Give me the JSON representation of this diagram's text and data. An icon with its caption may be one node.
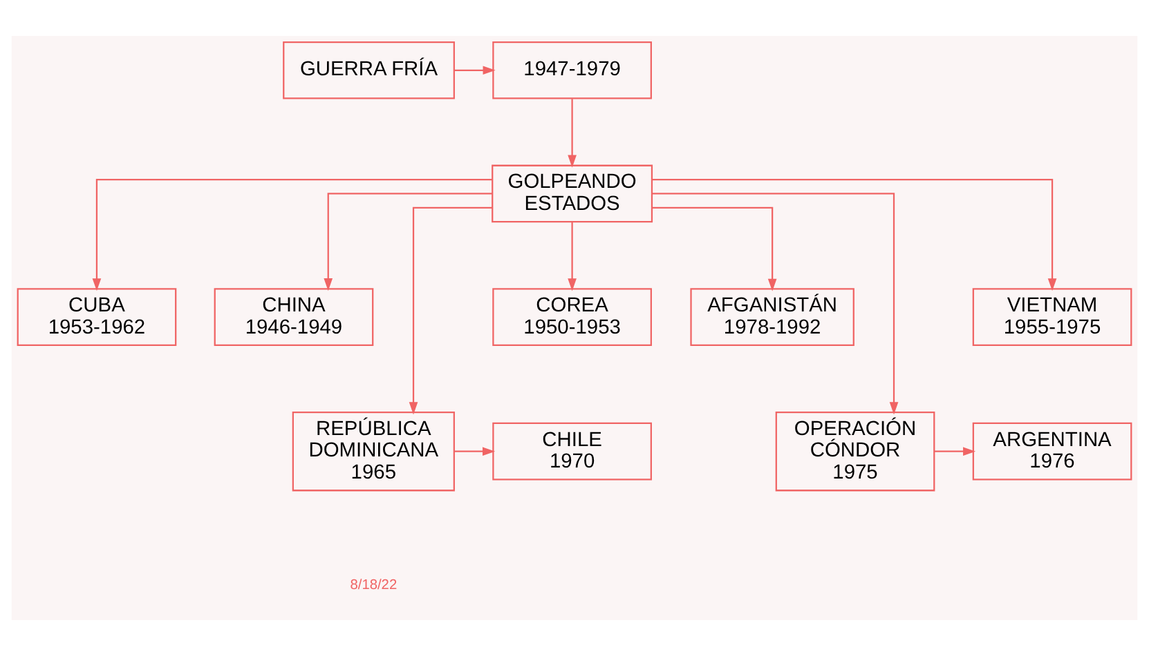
{
  "diagram": {
    "nodes": [
      {
        "text": [
          "GUERRA FRÍA"
        ]
      },
      {
        "text": [
          "1947-1979"
        ]
      },
      {
        "text": [
          "GOLPEANDO ESTADOS"
        ]
      },
      {
        "text": [
          "CUBA",
          "1953-1962"
        ]
      },
      {
        "text": [
          "CHINA",
          "1946-1949"
        ]
      },
      {
        "text": [
          "COREA",
          "1950-1953"
        ]
      },
      {
        "text": [
          "VIETNAM",
          "1955-1975"
        ]
      },
      {
        "text": [
          "AFGANISTÁN",
          "1978-1992"
        ]
      },
      {
        "text": [
          "REPÚBLICA DOMINICANA",
          "1965"
        ]
      },
      {
        "text": [
          "CHILE",
          "1970"
        ]
      },
      {
        "text": [
          "ARGENTINA",
          "1976"
        ]
      },
      {
        "text": [
          "OPERACIÓN CÓNDOR",
          "1975"
        ]
      }
    ],
    "edges": [
      {
        "from": 0,
        "to": 1,
        "arrow": "to"
      },
      {
        "from": 1,
        "to": 2,
        "arrow": "to"
      },
      {
        "from": 2,
        "to": 3,
        "arrow": "to"
      },
      {
        "from": 2,
        "to": 4,
        "arrow": "to"
      },
      {
        "from": 2,
        "to": 5,
        "arrow": "to"
      },
      {
        "from": 2,
        "to": 6,
        "arrow": "to"
      },
      {
        "from": 2,
        "to": 7,
        "arrow": "to"
      },
      {
        "from": 2,
        "to": 8,
        "arrow": "to"
      },
      {
        "from": 8,
        "to": 9,
        "arrow": "to"
      },
      {
        "from": 2,
        "to": 11,
        "arrow": "to"
      },
      {
        "from": 11,
        "to": 10,
        "arrow": "to"
      }
    ],
    "labels": [
      "8/18/22"
    ]
  }
}
